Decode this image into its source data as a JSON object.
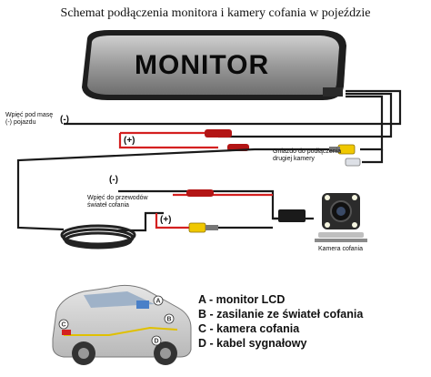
{
  "title": "Schemat podłączenia monitora i kamery cofania w pojeździe",
  "monitor": {
    "label": "MONITOR"
  },
  "labels": {
    "ground_line1": "Wpięć pod masę",
    "ground_line2": "(-) pojazdu",
    "ground_sign": "(-)",
    "plus_sign_top": "(+)",
    "socket_line1": "Gniazdo do podłączenia",
    "socket_line2": "drugiej kamery",
    "reverse_sign_minus": "(-)",
    "reverse_line1": "Wpięć do przewodów",
    "reverse_line2": "świateł cofania",
    "reverse_sign_plus": "(+)",
    "camera": "Kamera cofania"
  },
  "car_markers": [
    "A",
    "B",
    "C",
    "D"
  ],
  "legend": [
    "A - monitor LCD",
    "B - zasilanie ze świateł cofania",
    "C - kamera cofania",
    "D - kabel sygnałowy"
  ],
  "colors": {
    "wire_black": "#1a1a1a",
    "wire_red": "#d42020",
    "rca_yellow": "#f0c800",
    "signal_cable": "#e0c000"
  }
}
